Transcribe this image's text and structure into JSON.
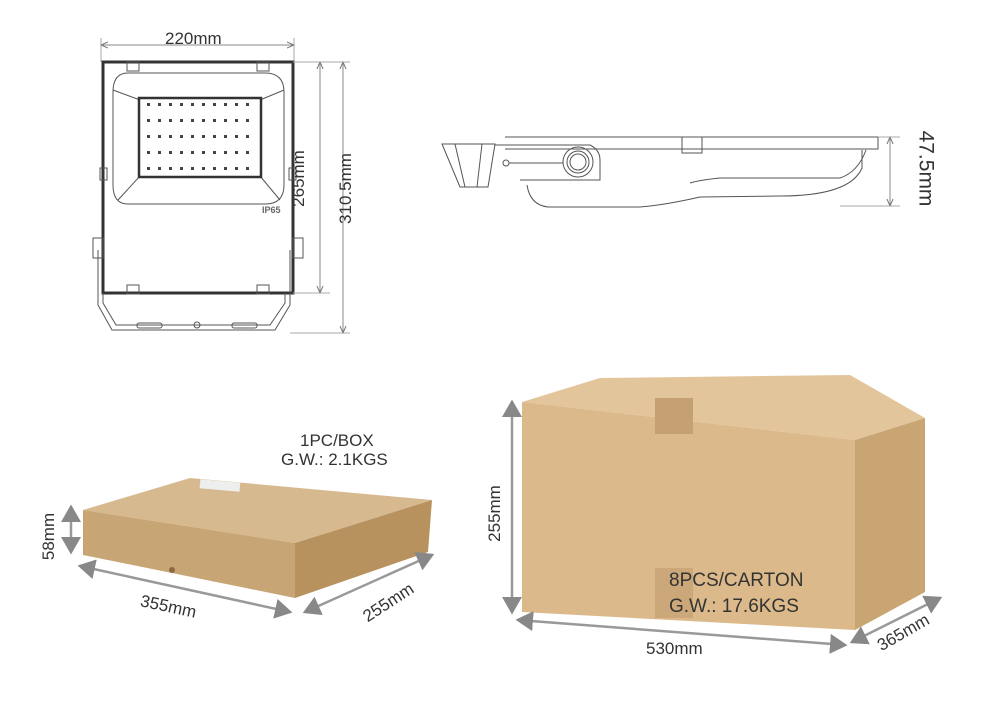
{
  "front_view": {
    "width_label": "220mm",
    "panel_height_label": "265mm",
    "total_height_label": "310.5mm",
    "rating_mark": "IP65"
  },
  "side_view": {
    "depth_label": "47.5mm"
  },
  "single_box": {
    "qty_label": "1PC/BOX",
    "weight_label": "G.W.: 2.1KGS",
    "height_label": "58mm",
    "length_label": "355mm",
    "width_label": "255mm"
  },
  "carton": {
    "qty_label": "8PCS/CARTON",
    "weight_label": "G.W.: 17.6KGS",
    "height_label": "255mm",
    "length_label": "530mm",
    "width_label": "365mm"
  },
  "colors": {
    "box": "#c9a676",
    "carton": "#dcb88a",
    "line": "#555555"
  }
}
